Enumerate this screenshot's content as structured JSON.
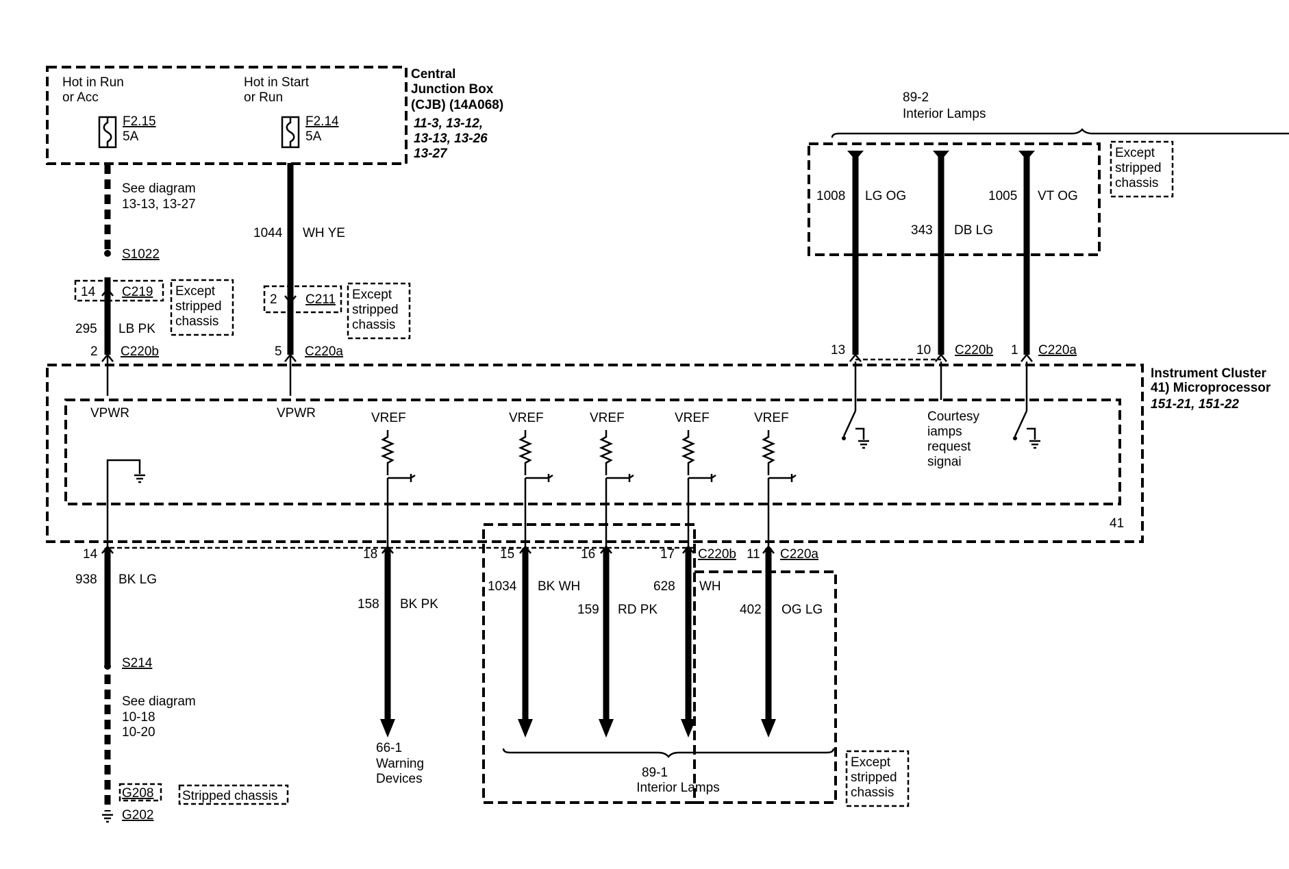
{
  "cjb": {
    "title_l1": "Central",
    "title_l2": "Junction Box",
    "title_l3": "(CJB) (14A068)",
    "ref_l1": "11-3, 13-12,",
    "ref_l2": "13-13, 13-26",
    "ref_l3": "13-27",
    "left_l1": "Hot in Run",
    "left_l2": "or Acc",
    "left_fuse": "F2.15",
    "left_amp": "5A",
    "right_l1": "Hot in Start",
    "right_l2": "or Run",
    "right_fuse": "F2.14",
    "right_amp": "5A"
  },
  "left_circuit": {
    "see_l1": "See diagram",
    "see_l2": "13-13, 13-27",
    "splice": "S1022",
    "pin_a": "14",
    "conn_a": "C219",
    "except_l1": "Except",
    "except_l2": "stripped",
    "except_l3": "chassis",
    "circuit": "295",
    "color": "LB PK",
    "pin_b": "2",
    "conn_b": "C220b"
  },
  "right_circuit": {
    "circuit": "1044",
    "color": "WH YE",
    "pin_a": "2",
    "conn_a": "C211",
    "except_l1": "Except",
    "except_l2": "stripped",
    "except_l3": "chassis",
    "pin_b": "5",
    "conn_b": "C220a"
  },
  "top_lamps": {
    "ref": "89-2",
    "label": "Interior Lamps",
    "w1_circuit": "1008",
    "w1_color": "LG OG",
    "w2_circuit": "343",
    "w2_color": "DB LG",
    "w3_circuit": "1005",
    "w3_color": "VT OG",
    "except_l1": "Except",
    "except_l2": "stripped",
    "except_l3": "chassis",
    "pin1": "13",
    "pin2": "10",
    "conn2": "C220b",
    "pin3": "1",
    "conn3": "C220a"
  },
  "cluster": {
    "title_l1": "Instrument Cluster",
    "title_l2": "41) Microprocessor",
    "ref": "151-21, 151-22",
    "vpwr1": "VPWR",
    "vpwr2": "VPWR",
    "vref1": "VREF",
    "vref2": "VREF",
    "vref3": "VREF",
    "vref4": "VREF",
    "vref5": "VREF",
    "courtesy_l1": "Courtesy",
    "courtesy_l2": "iamps",
    "courtesy_l3": "request",
    "courtesy_l4": "signai",
    "corner": "41"
  },
  "bottom": {
    "g_pin": "14",
    "g_circuit": "938",
    "g_color": "BK LG",
    "g_splice": "S214",
    "see_l1": "See diagram",
    "see_l2": "10-18",
    "see_l3": "10-20",
    "g1": "G208",
    "g1_note": "Stripped chassis",
    "g2": "G202",
    "w_pin": "18",
    "w_circuit": "158",
    "w_color": "BK PK",
    "w_ref": "66-1",
    "w_l1": "Warning",
    "w_l2": "Devices",
    "p15": "15",
    "p16": "16",
    "p17": "17",
    "p17_conn": "C220b",
    "p11": "11",
    "p11_conn": "C220a",
    "c1034": "1034",
    "c1034_color": "BK WH",
    "c159": "159",
    "c159_color": "RD PK",
    "c628": "628",
    "c628_color": "WH",
    "c402": "402",
    "c402_color": "OG LG",
    "lamps_ref": "89-1",
    "lamps_label": "Interior Lamps",
    "except_l1": "Except",
    "except_l2": "stripped",
    "except_l3": "chassis"
  }
}
